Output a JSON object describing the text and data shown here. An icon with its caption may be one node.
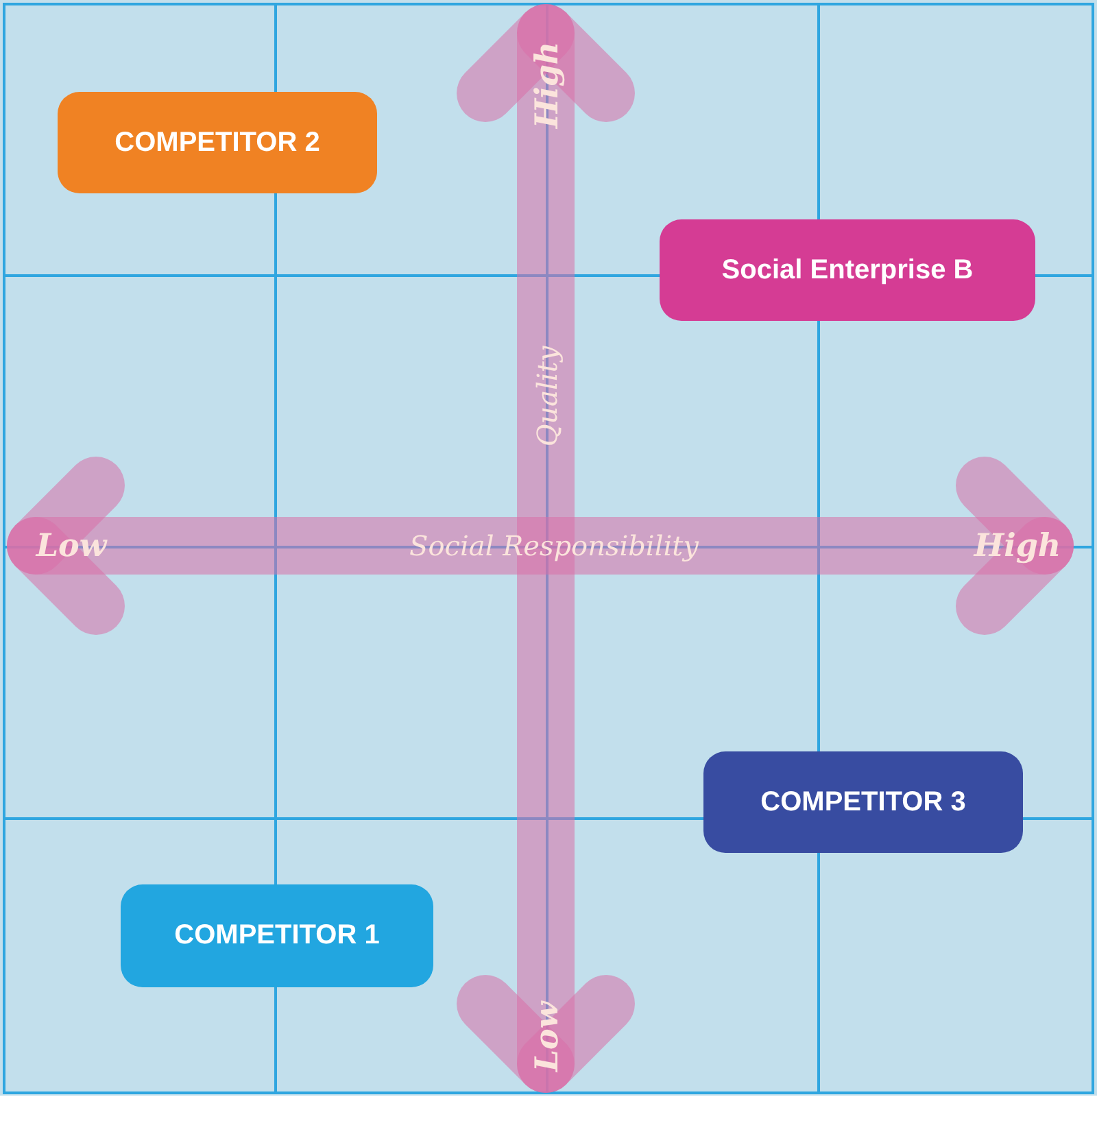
{
  "diagram": {
    "nodes": [
      {
        "text": [
          "COMPETITOR 2"
        ]
      },
      {
        "text": [
          "Social Enterprise B"
        ]
      },
      {
        "text": [
          "COMPETITOR 3"
        ]
      },
      {
        "text": [
          "COMPETITOR 1"
        ]
      }
    ],
    "labels": [
      "High",
      "Quality",
      "Low",
      "Social Responsibility",
      "High",
      "Low"
    ]
  }
}
